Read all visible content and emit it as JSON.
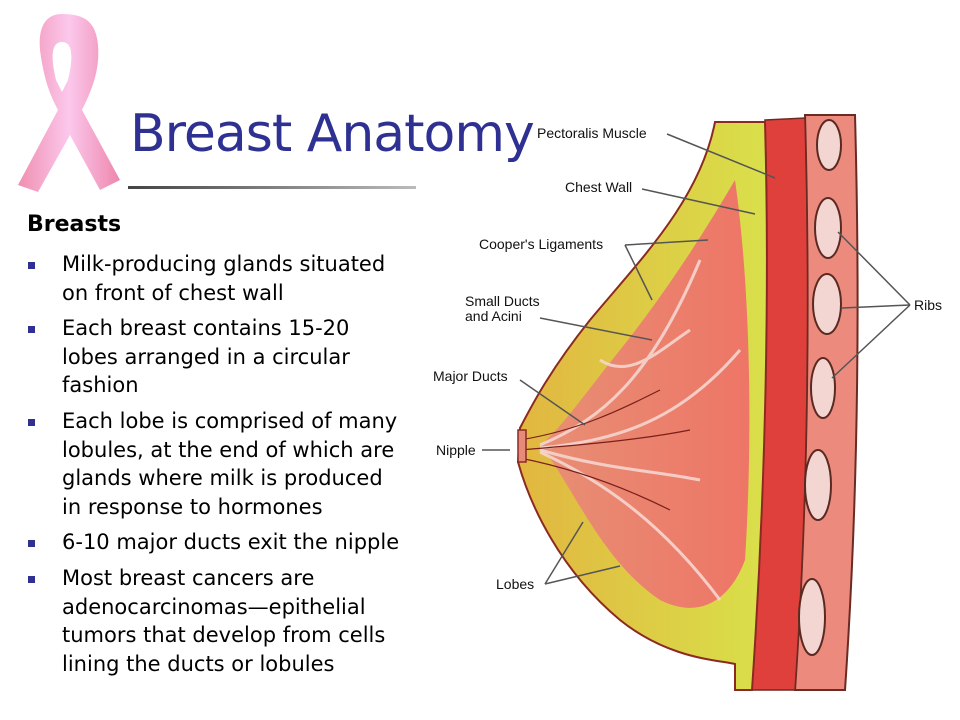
{
  "slide": {
    "title": "Breast Anatomy",
    "heading": "Breasts",
    "bullets": [
      {
        "lines": [
          "Milk-producing glands situated",
          "on front of chest wall"
        ]
      },
      {
        "lines": [
          "Each breast contains 15-20",
          "lobes arranged in a circular",
          "fashion"
        ]
      },
      {
        "lines": [
          "Each lobe is comprised of many",
          "lobules, at the end of which are",
          "glands where milk is produced",
          "in response to hormones"
        ]
      },
      {
        "lines": [
          "6-10 major ducts exit the nipple"
        ]
      },
      {
        "lines": [
          "Most breast cancers are",
          "adenocarcinomas—epithelial",
          "tumors that develop from cells",
          "lining the ducts or lobules"
        ]
      }
    ],
    "accent_color": "#2e3192"
  },
  "diagram": {
    "labels": {
      "pectoralis": "Pectoralis Muscle",
      "chest_wall": "Chest Wall",
      "coopers": "Cooper's Ligaments",
      "small_ducts_1": "Small Ducts",
      "small_ducts_2": "and Acini",
      "major_ducts": "Major Ducts",
      "nipple": "Nipple",
      "lobes": "Lobes",
      "ribs": "Ribs"
    }
  }
}
